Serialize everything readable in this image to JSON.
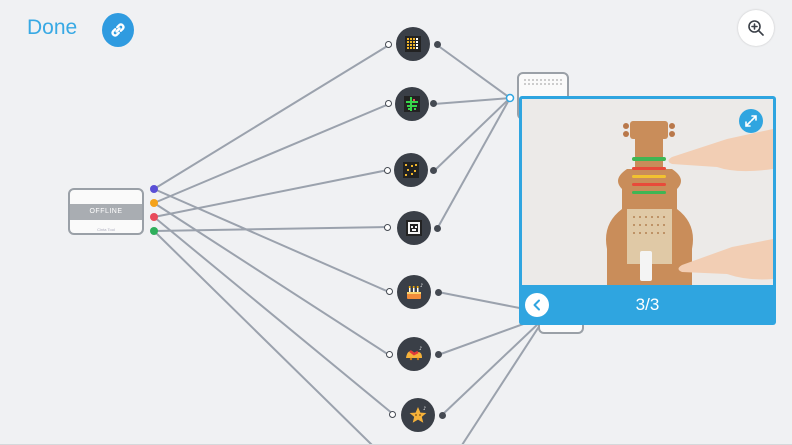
{
  "header": {
    "done_label": "Done"
  },
  "device": {
    "status": "OFFLINE",
    "caption": "Cinta Tool"
  },
  "popup": {
    "page_indicator": "3/3"
  },
  "colors": {
    "accent": "#2fa5e0",
    "wire": "#9ba2ad",
    "ports": [
      "#5a4fd6",
      "#f4a21b",
      "#e84a5a",
      "#2eae5b"
    ]
  },
  "nodes": [
    "pixel-guitar-icon",
    "green-pixel-icon",
    "stars-pixel-icon",
    "face-pixel-icon",
    "cake-icon",
    "bells-icon",
    "star-icon"
  ]
}
